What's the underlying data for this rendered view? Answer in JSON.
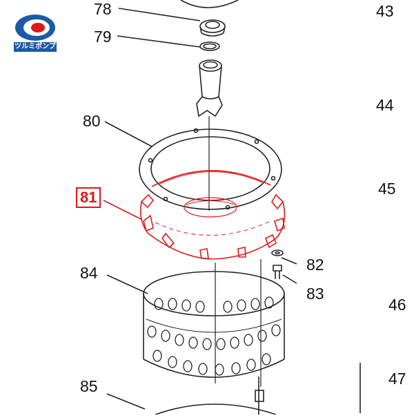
{
  "logo": {
    "text": "ツルミポンプ",
    "color": "#1c5aa6",
    "accent": "#e0171b"
  },
  "highlight_color": "#e0171b",
  "callouts": [
    {
      "label": "78",
      "part": "top-fitting"
    },
    {
      "label": "79",
      "part": "o-ring"
    },
    {
      "label": "80",
      "part": "gasket-ring"
    },
    {
      "label": "81",
      "part": "highlighted-cover-plate",
      "highlighted": true
    },
    {
      "label": "82",
      "part": "washer"
    },
    {
      "label": "83",
      "part": "bolt"
    },
    {
      "label": "84",
      "part": "strainer-band"
    },
    {
      "label": "85",
      "part": "bottom-plate"
    }
  ],
  "side_index": [
    "43",
    "44",
    "45",
    "46",
    "47"
  ]
}
